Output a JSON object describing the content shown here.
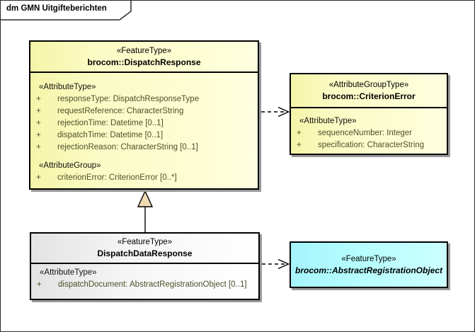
{
  "frame": {
    "title": "dm GMN Uitgifteberichten"
  },
  "boxes": {
    "dispatchResponse": {
      "stereotype": "«FeatureType»",
      "name": "brocom::DispatchResponse",
      "sections": [
        {
          "label": "«AttributeType»",
          "attrs": [
            {
              "vis": "+",
              "text": "responseType: DispatchResponseType"
            },
            {
              "vis": "+",
              "text": "requestReference: CharacterString"
            },
            {
              "vis": "+",
              "text": "rejectionTime: Datetime [0..1]"
            },
            {
              "vis": "+",
              "text": "dispatchTime: Datetime [0..1]"
            },
            {
              "vis": "+",
              "text": "rejectionReason: CharacterString [0..1]"
            }
          ]
        },
        {
          "label": "«AttributeGroup»",
          "attrs": [
            {
              "vis": "+",
              "text": "criterionError: CriterionError [0..*]"
            }
          ]
        }
      ]
    },
    "criterionError": {
      "stereotype": "«AttributeGroupType»",
      "name": "brocom::CriterionError",
      "sections": [
        {
          "label": "«AttributeType»",
          "attrs": [
            {
              "vis": "+",
              "text": "sequenceNumber: Integer"
            },
            {
              "vis": "+",
              "text": "specification: CharacterString"
            }
          ]
        }
      ]
    },
    "dispatchDataResponse": {
      "stereotype": "«FeatureType»",
      "name": "DispatchDataResponse",
      "sections": [
        {
          "label": "«AttributeType»",
          "attrs": [
            {
              "vis": "+",
              "text": "dispatchDocument: AbstractRegistrationObject [0..1]"
            }
          ]
        }
      ]
    },
    "abstractRegistrationObject": {
      "stereotype": "«FeatureType»",
      "name": "brocom::AbstractRegistrationObject"
    }
  },
  "relationships": [
    {
      "type": "dependency",
      "style": "dashed-open-arrow",
      "from": "brocom::DispatchResponse",
      "to": "brocom::CriterionError"
    },
    {
      "type": "generalization",
      "style": "solid-line-hollow-triangle",
      "from": "DispatchDataResponse",
      "to": "brocom::DispatchResponse"
    },
    {
      "type": "dependency",
      "style": "dashed-open-arrow",
      "from": "DispatchDataResponse",
      "to": "brocom::AbstractRegistrationObject"
    }
  ],
  "colors": {
    "feature_fill": "#fdfdc8",
    "datatype_fill": "#b3feff",
    "neutral_fill": "#f0f0f0",
    "generalization_head": "#f0dcb4",
    "shadow": "#9a9a9a",
    "border": "#000000",
    "attribute_text": "#4f4f2a"
  }
}
